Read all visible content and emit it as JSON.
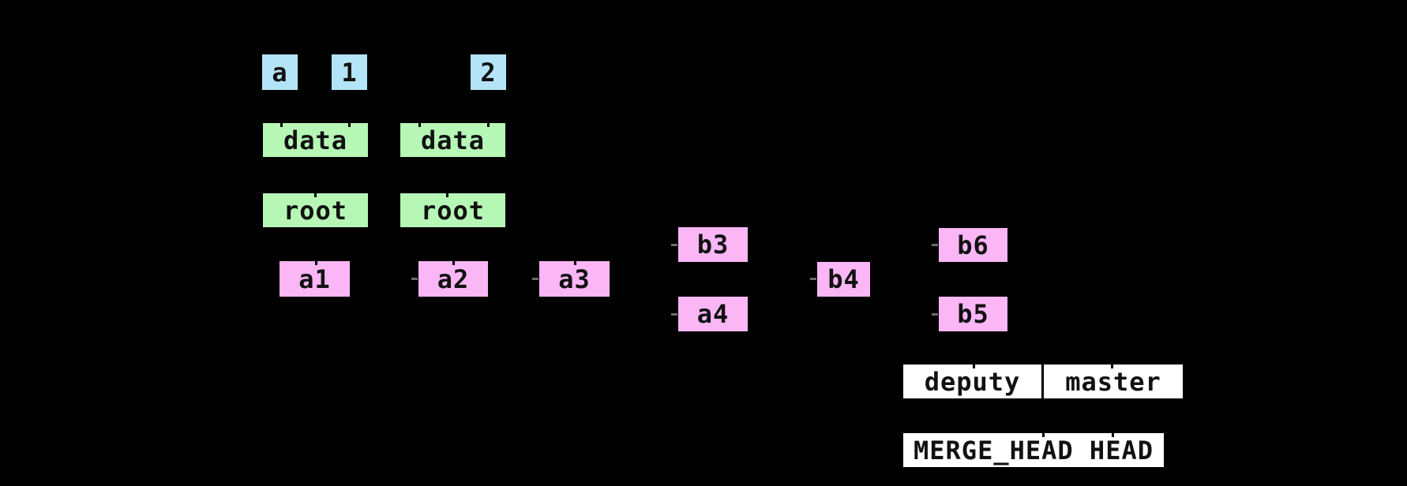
{
  "graph": {
    "background_color": "#000000",
    "colors": {
      "blob_fill": "#b4e4f7",
      "tree_fill": "#b6f7b6",
      "commit_fill": "#fbb6f6",
      "ref_fill": "#ffffff",
      "text": "#111111",
      "arrow_tick": "#000000",
      "arrowhead_remnant": "#6b6b6b"
    },
    "blobs": [
      {
        "label": "a"
      },
      {
        "label": "1"
      },
      {
        "label": "2"
      }
    ],
    "trees": [
      {
        "label": "data"
      },
      {
        "label": "data"
      },
      {
        "label": "root"
      },
      {
        "label": "root"
      }
    ],
    "commits": [
      {
        "label": "a1"
      },
      {
        "label": "a2"
      },
      {
        "label": "a3"
      },
      {
        "label": "b3"
      },
      {
        "label": "a4"
      },
      {
        "label": "b4"
      },
      {
        "label": "b6"
      },
      {
        "label": "b5"
      }
    ],
    "refs": [
      {
        "label": "deputy"
      },
      {
        "label": "master"
      },
      {
        "label": "MERGE_HEAD HEAD"
      }
    ]
  }
}
